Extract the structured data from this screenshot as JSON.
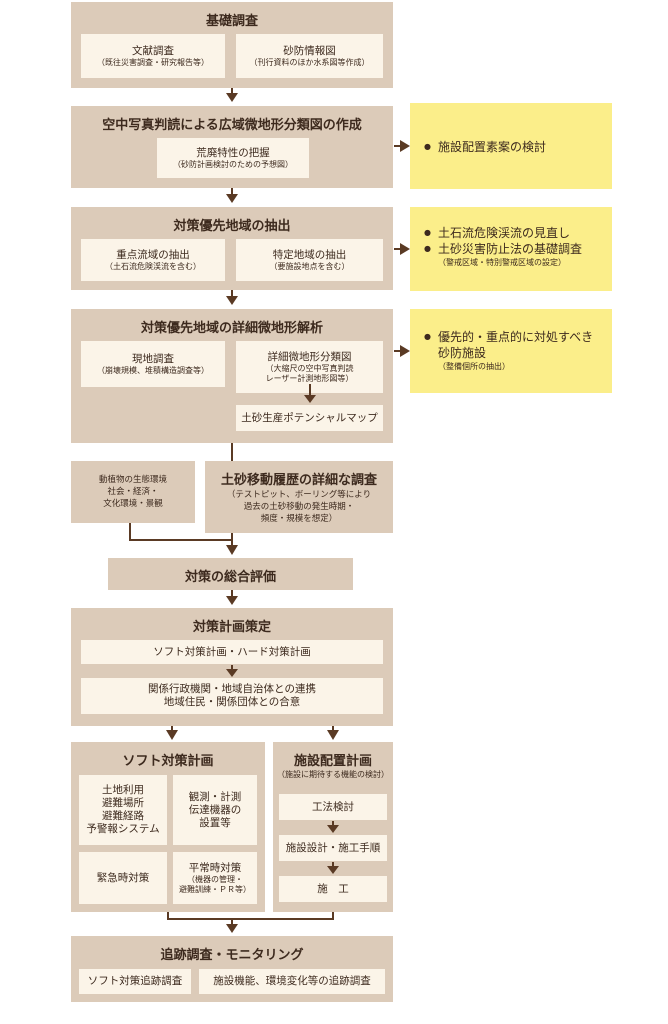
{
  "colors": {
    "section_bg": "#dccbb9",
    "inner_bg": "#fbf4e8",
    "note_bg": "#fbee8a",
    "arrow": "#5a3a24",
    "text": "#3d2a1e"
  },
  "s1": {
    "title": "基礎調査",
    "box_a": {
      "main": "文献調査",
      "sub": "（既往災害調査・研究報告等）"
    },
    "box_b": {
      "main": "砂防情報図",
      "sub": "（刊行資料のほか水系図等作成）"
    }
  },
  "s2": {
    "title": "空中写真判読による広域微地形分類図の作成",
    "box": {
      "main": "荒廃特性の把握",
      "sub": "（砂防計画検討のための予想図）"
    }
  },
  "s3": {
    "title": "対策優先地域の抽出",
    "box_a": {
      "main": "重点流域の抽出",
      "sub": "（土石流危険渓流を含む）"
    },
    "box_b": {
      "main": "特定地域の抽出",
      "sub": "（要施設地点を含む）"
    }
  },
  "s4": {
    "title": "対策優先地域の詳細微地形解析",
    "box_a": {
      "main": "現地調査",
      "sub": "（崩壊規模、堆積構造調査等）"
    },
    "box_b": {
      "main": "詳細微地形分類図",
      "sub": "（大縮尺の空中写真判読\nレーザー計測地形図等）"
    },
    "box_c": {
      "main": "土砂生産ポテンシャルマップ"
    }
  },
  "s5": {
    "left": "動植物の生態環境\n社会・経済・\n文化環境・景観",
    "title": "土砂移動履歴の詳細な調査",
    "sub": "（テストピット、ボーリング等により\n過去の土砂移動の発生時期・\n頻度・規模を想定）"
  },
  "s6": {
    "title": "対策の総合評価"
  },
  "s7": {
    "title": "対策計画策定",
    "row1": "ソフト対策計画・ハード対策計画",
    "row2": "関係行政機関・地域自治体との連携\n地域住民・関係団体との合意"
  },
  "s8": {
    "title": "ソフト対策計画",
    "a": "土地利用\n避難場所\n避難経路\n予警報システム",
    "b": "観測・計測\n伝達機器の\n設置等",
    "c": "緊急時対策",
    "d_main": "平常時対策",
    "d_sub": "（機器の管理・\n避難訓練・ＰＲ等）"
  },
  "s9": {
    "title": "施設配置計画",
    "sub": "（施設に期待する機能の検討）",
    "a": "工法検討",
    "b": "施設設計・施工手順",
    "c": "施　工"
  },
  "s10": {
    "title": "追跡調査・モニタリング",
    "a": "ソフト対策追跡調査",
    "b": "施設機能、環境変化等の追跡調査"
  },
  "notes": [
    {
      "items": [
        {
          "text": "施設配置素案の検討"
        }
      ]
    },
    {
      "items": [
        {
          "text": "土石流危険渓流の見直し"
        },
        {
          "text": "土砂災害防止法の基礎調査",
          "sub": "（警戒区域・特別警戒区域の設定）"
        }
      ]
    },
    {
      "items": [
        {
          "text": "優先的・重点的に対処すべき砂防施設",
          "sub": "（整備個所の抽出）"
        }
      ]
    }
  ]
}
